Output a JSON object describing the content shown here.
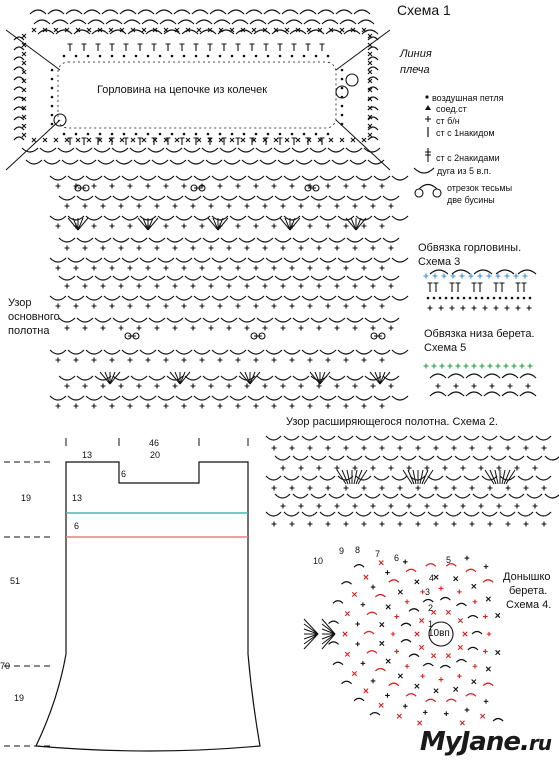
{
  "title": "Схема 1",
  "shoulder_line": [
    "Линия",
    "плеча"
  ],
  "neckline_label": "Горловина на цепочке из колечек",
  "legend": [
    {
      "symbol": "dot",
      "text": "воздушная петля"
    },
    {
      "symbol": "tri",
      "text": "соед.ст"
    },
    {
      "symbol": "plus",
      "text": "ст б/н"
    },
    {
      "symbol": "bar",
      "text": "ст с 1накидом"
    },
    {
      "symbol": "dbar",
      "text": "ст с 2накидами"
    },
    {
      "symbol": "arc",
      "text": "дуга из 5 в.п."
    },
    {
      "symbol": "beads",
      "text": "отрезок тесьмы"
    },
    {
      "symbol": "none",
      "text": "две бусины"
    }
  ],
  "scheme3": {
    "title": "Обвязка горловины.",
    "subtitle": "Схема 3",
    "color": "#3a8fd6"
  },
  "scheme5": {
    "title": "Обвязка низа берета.",
    "subtitle": "Схема 5",
    "color": "#1a9e3a"
  },
  "main_pattern_label": [
    "Узор",
    "основного",
    "полотна"
  ],
  "expanding_label": "Узор расширяющегося полотна. Схема 2.",
  "crown_label": [
    "Донышко",
    "берета.",
    "Схема 4."
  ],
  "crown_center": "10вп",
  "crown_rows": [
    "10",
    "9",
    "8",
    "7",
    "6",
    "5",
    "4",
    "3",
    "2",
    "1"
  ],
  "crown_colors": {
    "black": "#111111",
    "red": "#d8201f"
  },
  "pattern_dims": {
    "top_total": "46",
    "top_inner": "20",
    "left_top": "13",
    "neck_depth": "6",
    "side_top": "19",
    "inner_13": "13",
    "inner_6": "6",
    "side_51": "51",
    "side_70": "70",
    "bottom_19": "19"
  },
  "pattern_lines": {
    "teal": "#4bb3b3",
    "red": "#e08080"
  },
  "logo": {
    "main": "MyJane",
    "dot": ".",
    "tld": "ru"
  }
}
